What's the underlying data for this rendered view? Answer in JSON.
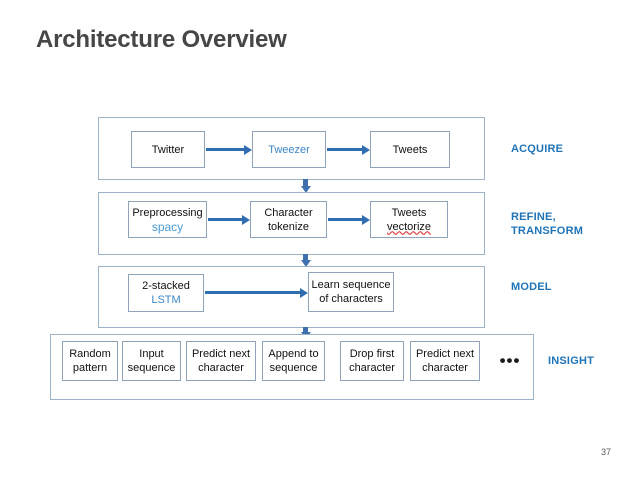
{
  "slide": {
    "title": "Architecture Overview",
    "page_number": "37"
  },
  "colors": {
    "title": "#464646",
    "accent_blue": "#1f74b8",
    "node_accent": "#3c87c8",
    "arrow": "#2f6cb0",
    "panel_border": "#9fb3c8",
    "node_border": "#8fa4ba",
    "spellcheck_underline": "#e03a3a"
  },
  "stages": [
    {
      "id": "acquire",
      "label": "ACQUIRE"
    },
    {
      "id": "refine",
      "label": "REFINE,\nTRANSFORM"
    },
    {
      "id": "model",
      "label": "MODEL"
    },
    {
      "id": "insight",
      "label": "INSIGHT"
    }
  ],
  "rows": {
    "acquire": {
      "nodes": [
        {
          "id": "twitter",
          "line1": "Twitter",
          "line2": ""
        },
        {
          "id": "tweezer",
          "line1": "Tweezer",
          "line2": "",
          "accent": true
        },
        {
          "id": "tweets",
          "line1": "Tweets",
          "line2": ""
        }
      ]
    },
    "refine": {
      "nodes": [
        {
          "id": "preprocessing",
          "line1": "Preprocessing",
          "line2": "spacy"
        },
        {
          "id": "character-token",
          "line1": "Character",
          "line2": "tokenize"
        },
        {
          "id": "tweets-vectorize",
          "line1": "Tweets",
          "line2": "vectorize"
        }
      ]
    },
    "model": {
      "nodes": [
        {
          "id": "two-stacked-lstm",
          "line1": "2-stacked",
          "line2": "LSTM"
        },
        {
          "id": "learn-sequence",
          "line1": "Learn sequence",
          "line2": "of characters"
        }
      ]
    },
    "insight": {
      "nodes": [
        {
          "id": "random-pattern",
          "line1": "Random",
          "line2": "pattern"
        },
        {
          "id": "input-sequence",
          "line1": "Input",
          "line2": "sequence"
        },
        {
          "id": "predict-next-1",
          "line1": "Predict next",
          "line2": "character"
        },
        {
          "id": "append-to-sequence",
          "line1": "Append to",
          "line2": "sequence"
        },
        {
          "id": "drop-first-char",
          "line1": "Drop first",
          "line2": "character"
        },
        {
          "id": "predict-next-2",
          "line1": "Predict next",
          "line2": "character"
        }
      ],
      "ellipsis": "•••"
    }
  }
}
